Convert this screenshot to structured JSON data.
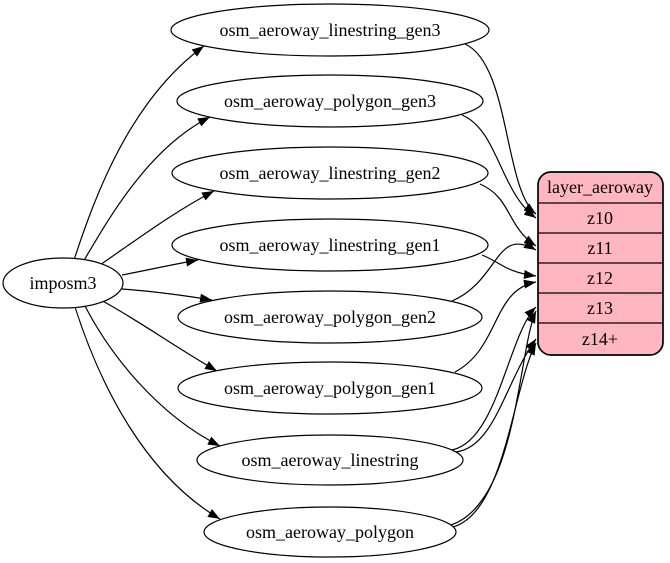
{
  "diagram": {
    "type": "etl-flow-graph",
    "background": "#ffffff",
    "edge_color": "#000000",
    "source": {
      "label": "imposm3"
    },
    "tables": [
      {
        "label": "osm_aeroway_linestring_gen3"
      },
      {
        "label": "osm_aeroway_polygon_gen3"
      },
      {
        "label": "osm_aeroway_linestring_gen2"
      },
      {
        "label": "osm_aeroway_linestring_gen1"
      },
      {
        "label": "osm_aeroway_polygon_gen2"
      },
      {
        "label": "osm_aeroway_polygon_gen1"
      },
      {
        "label": "osm_aeroway_linestring"
      },
      {
        "label": "osm_aeroway_polygon"
      }
    ],
    "layer": {
      "title": "layer_aeroway",
      "fill": "#ffb6c1",
      "stroke": "#000000",
      "rows": [
        {
          "label": "z10"
        },
        {
          "label": "z11"
        },
        {
          "label": "z12"
        },
        {
          "label": "z13"
        },
        {
          "label": "z14+"
        }
      ]
    },
    "edges": {
      "from_source_to": [
        "osm_aeroway_linestring_gen3",
        "osm_aeroway_polygon_gen3",
        "osm_aeroway_linestring_gen2",
        "osm_aeroway_linestring_gen1",
        "osm_aeroway_polygon_gen2",
        "osm_aeroway_polygon_gen1",
        "osm_aeroway_linestring",
        "osm_aeroway_polygon"
      ],
      "table_to_layer": [
        {
          "from": "osm_aeroway_linestring_gen3",
          "to": "z10"
        },
        {
          "from": "osm_aeroway_polygon_gen3",
          "to": "z10"
        },
        {
          "from": "osm_aeroway_linestring_gen2",
          "to": "z11"
        },
        {
          "from": "osm_aeroway_polygon_gen2",
          "to": "z11"
        },
        {
          "from": "osm_aeroway_linestring_gen1",
          "to": "z12"
        },
        {
          "from": "osm_aeroway_polygon_gen1",
          "to": "z12"
        },
        {
          "from": "osm_aeroway_linestring",
          "to": "z13"
        },
        {
          "from": "osm_aeroway_linestring",
          "to": "z14+"
        },
        {
          "from": "osm_aeroway_polygon",
          "to": "z13"
        },
        {
          "from": "osm_aeroway_polygon",
          "to": "z14+"
        }
      ]
    }
  }
}
